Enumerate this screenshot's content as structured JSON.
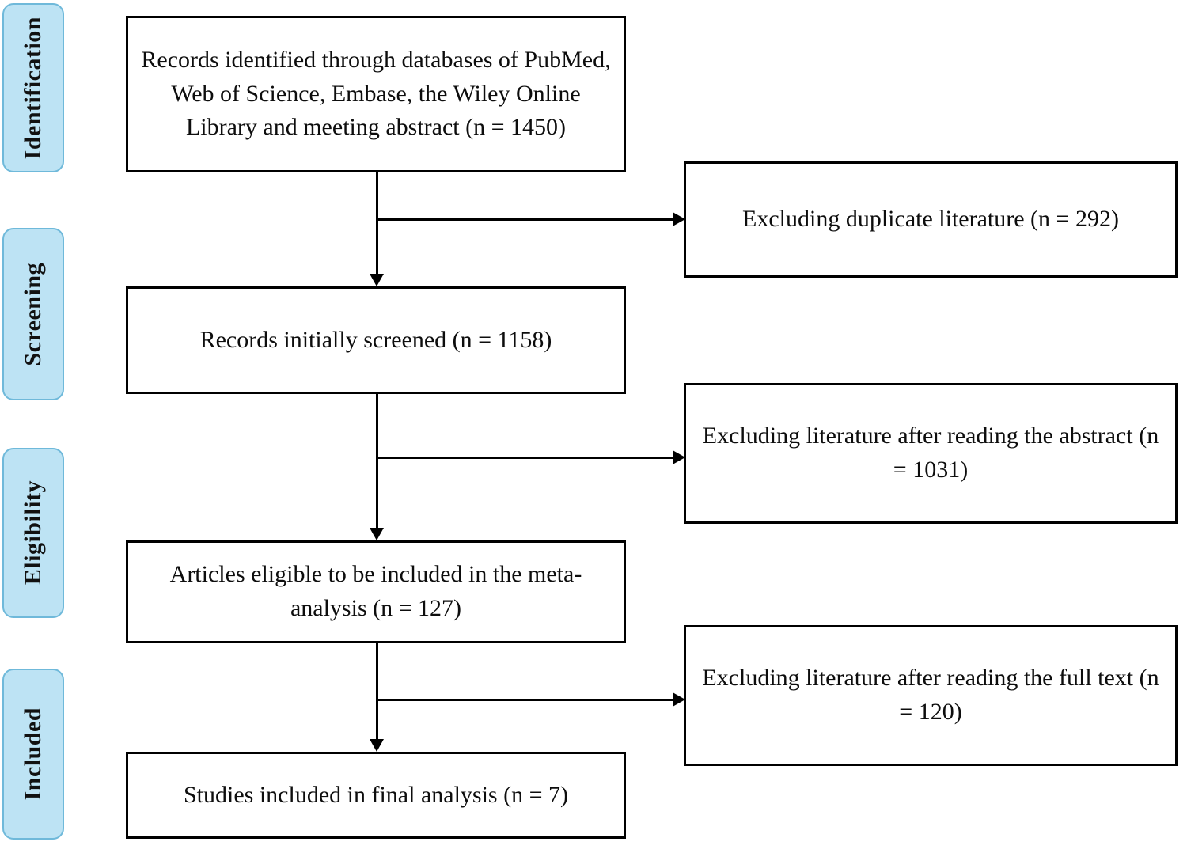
{
  "diagram": {
    "type": "prisma-flow-diagram",
    "title": "PRISMA study selection flow",
    "accent_color": "#bde3f4",
    "border_color": "#6fb9da",
    "line_color": "#000000",
    "stages": [
      {
        "id": "identification",
        "label": "Identification"
      },
      {
        "id": "screening",
        "label": "Screening"
      },
      {
        "id": "eligibility",
        "label": "Eligibility"
      },
      {
        "id": "included",
        "label": "Included"
      }
    ],
    "main_boxes": [
      {
        "id": "records-identified",
        "text": "Records identified through databases of PubMed, Web of Science, Embase, the Wiley Online Library and meeting abstract (n = 1450)",
        "count": 1450
      },
      {
        "id": "records-screened",
        "text": "Records initially screened (n = 1158)",
        "count": 1158
      },
      {
        "id": "articles-eligible",
        "text": "Articles eligible to be included in the meta-analysis (n = 127)",
        "count": 127
      },
      {
        "id": "studies-included",
        "text": "Studies included in final analysis (n = 7)",
        "count": 7
      }
    ],
    "exclusion_boxes": [
      {
        "id": "excluding-duplicates",
        "text": "Excluding duplicate literature (n = 292)",
        "count": 292
      },
      {
        "id": "excluding-abstract",
        "text": "Excluding literature after reading the abstract (n = 1031)",
        "count": 1031
      },
      {
        "id": "excluding-fulltext",
        "text": "Excluding literature after reading the full text (n = 120)",
        "count": 120
      }
    ],
    "connectors": [
      {
        "id": "flow-1-to-2",
        "kind": "down-arrow"
      },
      {
        "id": "branch-1-to-duplicates",
        "kind": "right-arrow"
      },
      {
        "id": "flow-2-to-3",
        "kind": "down-arrow"
      },
      {
        "id": "branch-2-to-abstract",
        "kind": "right-arrow"
      },
      {
        "id": "flow-3-to-4",
        "kind": "down-arrow"
      },
      {
        "id": "branch-3-to-fulltext",
        "kind": "right-arrow"
      }
    ]
  }
}
